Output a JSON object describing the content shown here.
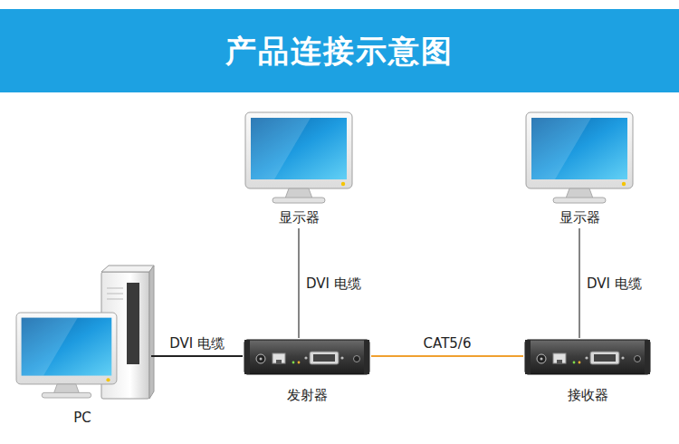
{
  "diagram": {
    "title": "产品连接示意图",
    "nodes": [
      {
        "text": [
          "显示器"
        ]
      },
      {
        "text": [
          "显示器"
        ]
      },
      {
        "text": [
          "PC"
        ]
      },
      {
        "text": [
          "发射器"
        ]
      },
      {
        "text": [
          "接收器"
        ]
      }
    ],
    "edges": [
      {
        "from": 2,
        "to": 3,
        "label": "DVI 电缆",
        "arrow": "none"
      },
      {
        "from": 3,
        "to": 0,
        "label": "DVI 电缆",
        "arrow": "none"
      },
      {
        "from": 3,
        "to": 4,
        "label": "CAT5/6",
        "arrow": "none"
      },
      {
        "from": 4,
        "to": 1,
        "label": "DVI 电缆",
        "arrow": "none"
      }
    ]
  }
}
